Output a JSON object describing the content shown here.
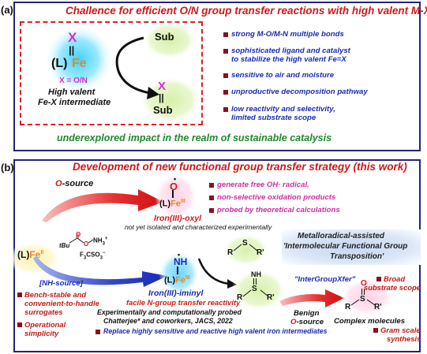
{
  "panel_a": {
    "label": "(a)",
    "title": "Challence for efficient O/N group transfer reactions with high valent M-X",
    "fe_complex": {
      "x": "X",
      "bond": "||",
      "ligand": "(L)",
      "metal": "Fe"
    },
    "x_def": "X = O/N",
    "intermediate_line1": "High valent",
    "intermediate_line2": "Fe-X intermediate",
    "sub_top": "Sub",
    "sub_bottom": {
      "x": "X",
      "bond": "||",
      "sub": "Sub"
    },
    "bullets": [
      "strong M-O/M-N multiple bonds",
      "sophisticated ligand and catalyst",
      "to stabilize the high valent Fe=X",
      "sensitive to air and moisture",
      "unproductive decomposition pathway",
      "low reactivity and selectivity,",
      "limited substrate scope"
    ],
    "footer": "underexplored impact in the realm of sustainable catalysis"
  },
  "panel_b": {
    "label": "(b)",
    "title": "Development of new functional group transfer strategy (this work)",
    "o_source": {
      "prefix": "O",
      "suffix": "-source"
    },
    "fe_start": {
      "ligand": "(L)",
      "metal": "Fe",
      "ox": "II"
    },
    "oxyl": {
      "o": "O",
      "dot": "•",
      "ligand": "(L)",
      "metal": "Fe",
      "ox": "III",
      "name": "Iron(III)-oxyl",
      "note": "not yet isolated and characterized experimentally"
    },
    "oxyl_bullets": [
      "generate free OH· radical,",
      "non-selective oxidation products",
      "probed by theoretical calculations"
    ],
    "reagent": {
      "tbu": "tBu",
      "o": "O",
      "nh3": "NH",
      "nh3_sub": "3",
      "plus": "+",
      "anion": "F",
      "anion_rest": "CSO",
      "anion_sub": "3",
      "minus": "−"
    },
    "nh_source": "[NH-source]",
    "iminyl": {
      "nh": "NH",
      "dot": "•",
      "ligand": "(L)",
      "metal": "Fe",
      "ox": "III",
      "name": "Iron(III)-iminyl",
      "note": "facile N-group transfer reactivity"
    },
    "left_bullets": [
      "Bench-stable and",
      "convenient-to-handle",
      "surrogates",
      "Operational",
      "simplicity"
    ],
    "sulfide": {
      "r": "R",
      "s": "S",
      "r2": "R'"
    },
    "sulfilimine": {
      "nh": "NH",
      "r": "R",
      "s": "S",
      "r2": "R'"
    },
    "sulfoxide": {
      "o": "O",
      "r": "R",
      "s": "S",
      "r2": "R'"
    },
    "box_line1": "Metalloradical-assisted",
    "box_line2": "'Intermolecular Functional Group",
    "box_line3": "Transposition'",
    "intergroup": "\"InterGroupXfer\"",
    "benign": "Benign",
    "benign_src": "O-source",
    "complex": "Complex molecules",
    "broad1": "Broad",
    "broad2": "substrate scope",
    "gram1": "Gram scale",
    "gram2": "synthesis",
    "probed1": "Experimentally and computationally probed",
    "probed2": "Chatterjee* and coworkers, JACS, 2022",
    "replace": "Replace highly sensitive and reactive high valent iron intermediates"
  },
  "colors": {
    "frame": "#23237a",
    "red": "#d01818",
    "blue": "#1a2bb5",
    "magenta": "#d02da0",
    "green": "#1f8a2a",
    "iron": "#e08a2a",
    "x": "#d22fd2",
    "bullet": "#8a1020"
  }
}
